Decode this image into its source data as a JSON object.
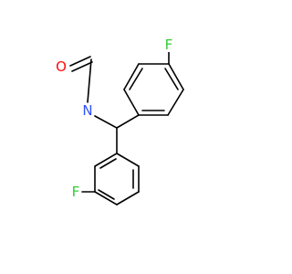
{
  "molecule": {
    "atoms": {
      "fluorine_top": {
        "label": "F",
        "color": "#33cc33"
      },
      "fluorine_bottom": {
        "label": "F",
        "color": "#33cc33"
      },
      "oxygen": {
        "label": "O",
        "color": "#ff0d0d"
      },
      "nitrogen": {
        "label": "N",
        "color": "#3050f8"
      }
    },
    "bond_color": "#000000"
  }
}
